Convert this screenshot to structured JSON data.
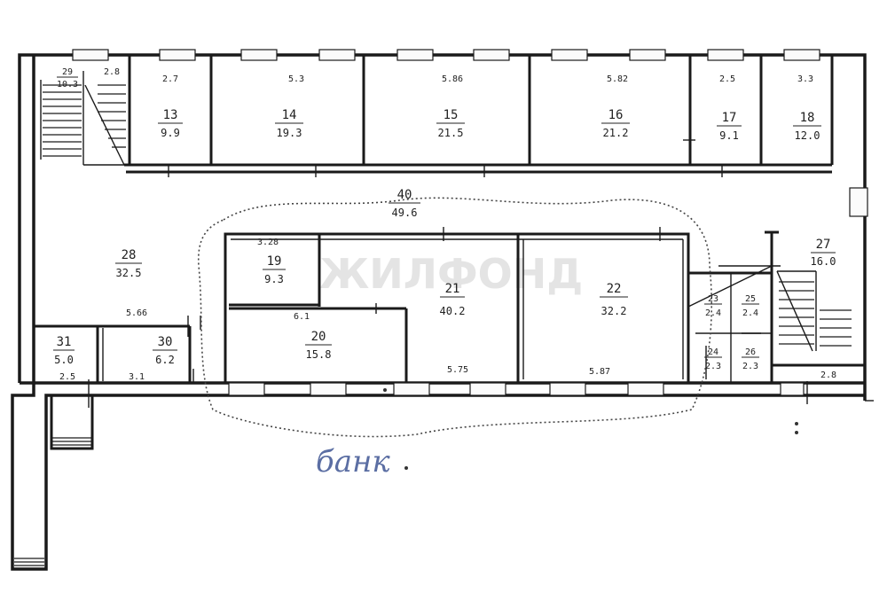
{
  "watermark": "ЖИЛФОНД",
  "annotation": "банк",
  "highlight_label": "40",
  "highlight_area": "49.6",
  "rooms": [
    {
      "id": "r13",
      "number": "13",
      "area": "9.9"
    },
    {
      "id": "r14",
      "number": "14",
      "area": "19.3"
    },
    {
      "id": "r15",
      "number": "15",
      "area": "21.5"
    },
    {
      "id": "r16",
      "number": "16",
      "area": "21.2"
    },
    {
      "id": "r17",
      "number": "17",
      "area": "9.1"
    },
    {
      "id": "r18",
      "number": "18",
      "area": "12.0"
    },
    {
      "id": "r19",
      "number": "19",
      "area": "9.3"
    },
    {
      "id": "r20",
      "number": "20",
      "area": "15.8"
    },
    {
      "id": "r21",
      "number": "21",
      "area": "40.2"
    },
    {
      "id": "r22",
      "number": "22",
      "area": "32.2"
    },
    {
      "id": "r23",
      "number": "23",
      "area": "2.4"
    },
    {
      "id": "r24",
      "number": "24",
      "area": "2.3"
    },
    {
      "id": "r25",
      "number": "25",
      "area": "2.4"
    },
    {
      "id": "r26",
      "number": "26",
      "area": "2.3"
    },
    {
      "id": "r27",
      "number": "27",
      "area": "16.0"
    },
    {
      "id": "r28",
      "number": "28",
      "area": "32.5"
    },
    {
      "id": "r29",
      "number": "29",
      "area": "10.3"
    },
    {
      "id": "r30",
      "number": "30",
      "area": "6.2"
    },
    {
      "id": "r31",
      "number": "31",
      "area": "5.0"
    }
  ],
  "dimensions": [
    "2.7",
    "5.3",
    "5.86",
    "5.82",
    "2.5",
    "3.3",
    "3.28",
    "6.1",
    "5.66",
    "5.75",
    "5.87",
    "2.5",
    "3.1",
    "2.8",
    "2.8"
  ]
}
